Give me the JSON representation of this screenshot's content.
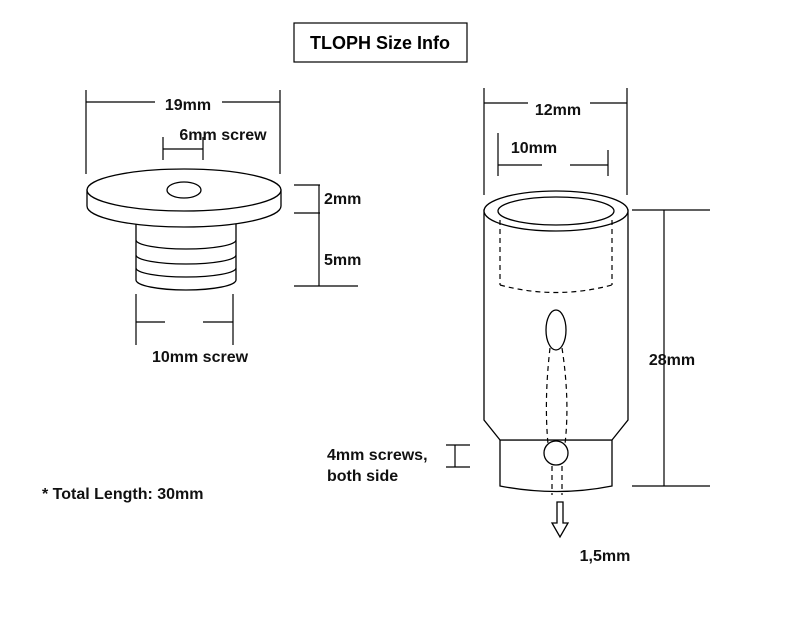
{
  "title": "TLOPH  Size Info",
  "cap": {
    "width_label": "19mm",
    "screw_label": "6mm screw",
    "flange_label": "2mm",
    "thread_label": "5mm",
    "bottom_label": "10mm  screw"
  },
  "tube": {
    "outer_label": "12mm",
    "inner_label": "10mm",
    "height_label": "28mm",
    "screws_label_1": "4mm screws,",
    "screws_label_2": "both side",
    "hole_label": "1,5mm"
  },
  "note": "* Total Length: 30mm"
}
